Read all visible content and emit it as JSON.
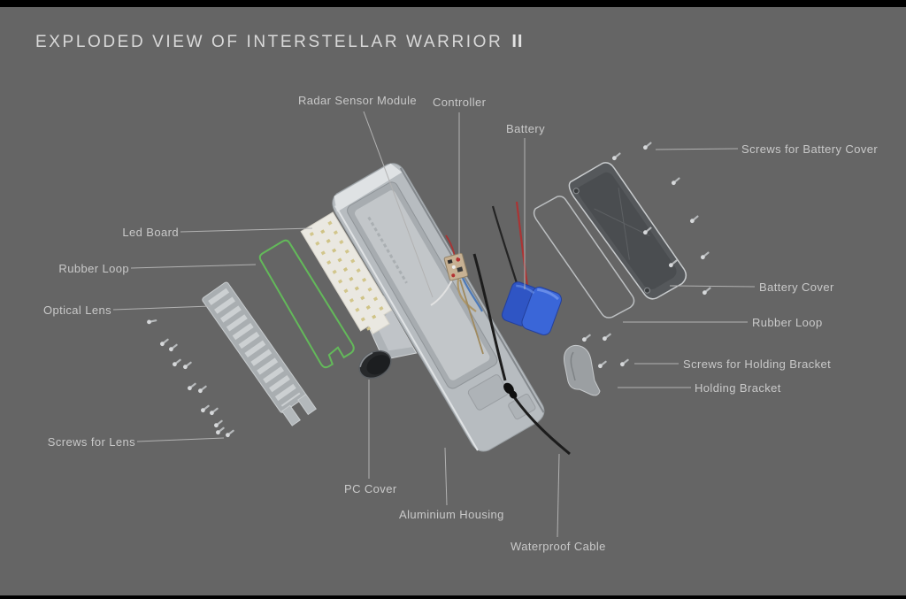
{
  "title": {
    "main": "EXPLODED VIEW OF INTERSTELLAR WARRIOR",
    "suffix": "II"
  },
  "labels": {
    "radar_sensor_module": "Radar Sensor Module",
    "controller": "Controller",
    "battery": "Battery",
    "screws_battery_cover": "Screws for Battery Cover",
    "led_board": "Led Board",
    "rubber_loop_left": "Rubber Loop",
    "optical_lens": "Optical Lens",
    "screws_for_lens": "Screws for Lens",
    "pc_cover": "PC Cover",
    "aluminium_housing": "Aluminium Housing",
    "waterproof_cable": "Waterproof Cable",
    "battery_cover": "Battery Cover",
    "rubber_loop_right": "Rubber Loop",
    "screws_holding_bracket": "Screws for Holding Bracket",
    "holding_bracket": "Holding Bracket"
  },
  "colors": {
    "background": "#656565",
    "title_text": "#d9d9d9",
    "label_text": "#c9c9c9",
    "leader_line": "#b2b2b2",
    "rubber_loop_green": "#63b95a",
    "battery_blue": "#3a63d0",
    "wire_red": "#ab3434",
    "cable_black": "#1c1c1c",
    "housing_gray": "#b7bcc0",
    "battery_cover_gray": "#55585b"
  }
}
